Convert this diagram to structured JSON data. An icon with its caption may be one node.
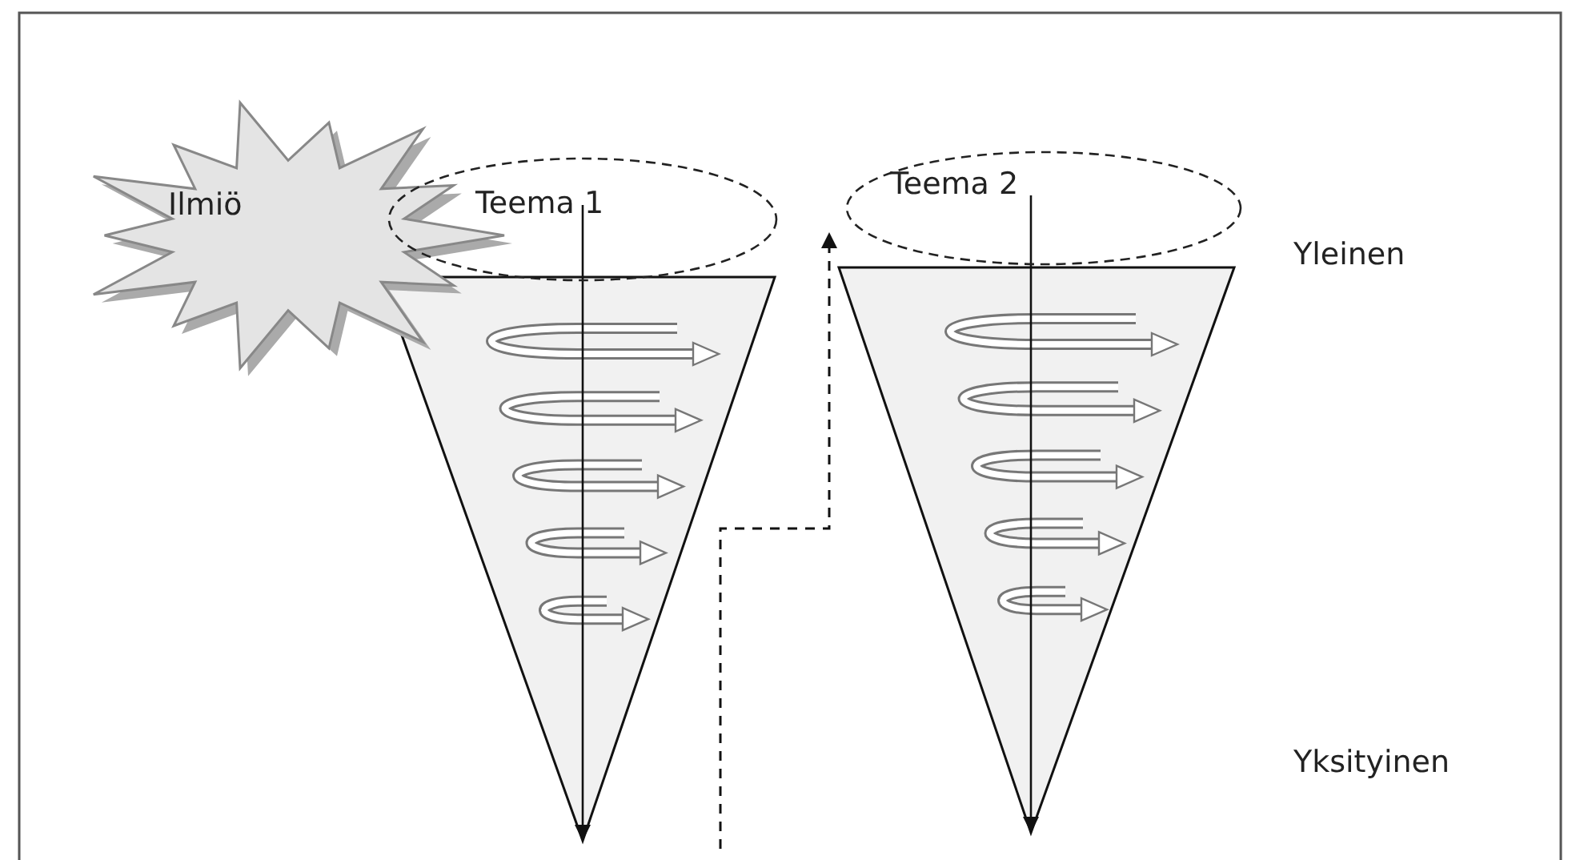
{
  "diagram": {
    "nodes": [
      {
        "text": [
          "Ilmiö"
        ]
      },
      {
        "text": [
          "Teema 1"
        ]
      },
      {
        "text": [
          "Teema 2"
        ]
      }
    ],
    "labels": [
      "Yleinen",
      "Yksityinen"
    ]
  }
}
